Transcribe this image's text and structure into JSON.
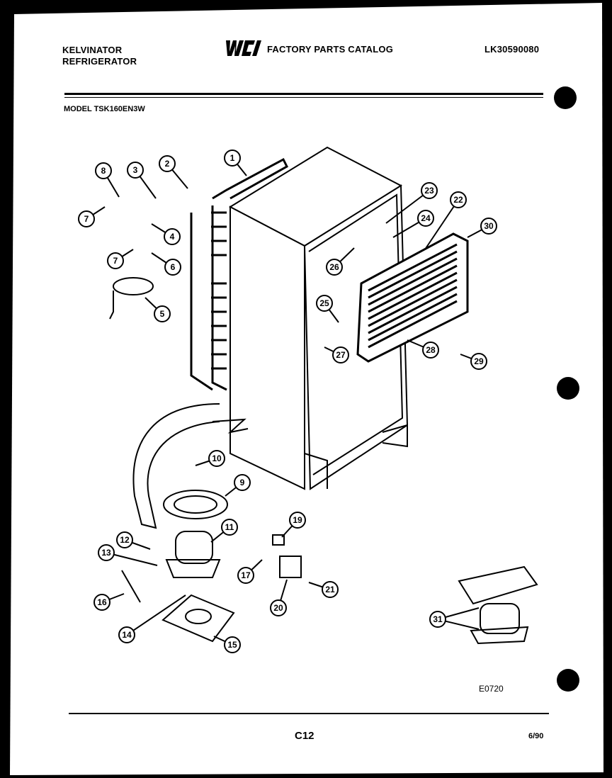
{
  "header": {
    "brand_line1": "KELVINATOR",
    "brand_line2": "REFRIGERATOR",
    "logo_text": "WCI",
    "catalog_title": "FACTORY PARTS CATALOG",
    "catalog_code": "LK30590080"
  },
  "model": "MODEL TSK160EN3W",
  "diagram": {
    "code": "E0720",
    "callouts": [
      "1",
      "2",
      "3",
      "4",
      "5",
      "6",
      "7",
      "7",
      "8",
      "9",
      "10",
      "11",
      "12",
      "13",
      "14",
      "15",
      "16",
      "17",
      "19",
      "20",
      "21",
      "22",
      "23",
      "24",
      "25",
      "26",
      "27",
      "28",
      "29",
      "30",
      "31"
    ]
  },
  "footer": {
    "page": "C12",
    "date": "6/90"
  }
}
